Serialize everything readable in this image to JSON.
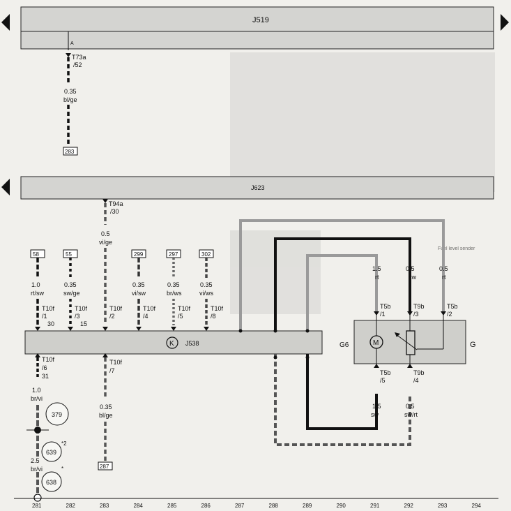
{
  "units": {
    "j519": {
      "name": "J519"
    },
    "j623": {
      "name": "J623"
    },
    "j538": {
      "name": "J538",
      "symbol": "K"
    },
    "fuel_pump": {
      "motor_label": "G6",
      "motor_symbol": "M",
      "sender_label": "G"
    }
  },
  "top_connection": {
    "connector": "T73a",
    "pin": "/52",
    "size": "0.35",
    "color": "bl/ge",
    "ref": "283",
    "marker": "A"
  },
  "can_connection": {
    "connector": "T94a",
    "pin": "/30",
    "size": "0.5",
    "color": "vi/ge"
  },
  "j538_top_refs": [
    "58",
    "55",
    "299",
    "297",
    "302"
  ],
  "j538_top_wires": [
    {
      "size": "1.0",
      "color": "rt/sw",
      "connector": "T10f",
      "pin": "/1",
      "terminal": "30"
    },
    {
      "size": "0.35",
      "color": "sw/ge",
      "connector": "T10f",
      "pin": "/3",
      "terminal": "15"
    },
    {
      "size": "",
      "color": "",
      "connector": "T10f",
      "pin": "/2",
      "terminal": ""
    },
    {
      "size": "0.35",
      "color": "vi/sw",
      "connector": "T10f",
      "pin": "/4",
      "terminal": ""
    },
    {
      "size": "0.35",
      "color": "br/ws",
      "connector": "T10f",
      "pin": "/5",
      "terminal": ""
    },
    {
      "size": "0.35",
      "color": "vi/ws",
      "connector": "T10f",
      "pin": "/8",
      "terminal": ""
    }
  ],
  "j538_bottom": [
    {
      "connector": "T10f",
      "pin": "/6",
      "terminal": "31",
      "size": "1.0",
      "color": "br/vi"
    },
    {
      "connector": "T10f",
      "pin": "/7",
      "terminal": "",
      "size": "0.35",
      "color": "bl/ge",
      "ref": "287"
    }
  ],
  "ground": {
    "circles": [
      "379",
      "639",
      "638"
    ],
    "note": "*2",
    "star": "*",
    "size": "2.5",
    "color": "br/vi"
  },
  "pump_top_wires": [
    {
      "size": "1.5",
      "color": "rt",
      "connector": "T5b",
      "pin": "/1"
    },
    {
      "size": "0.5",
      "color": "sw",
      "connector": "T9b",
      "pin": "/3"
    },
    {
      "size": "0.5",
      "color": "rt",
      "connector": "T5b",
      "pin": "/2"
    }
  ],
  "pump_bottom_wires": [
    {
      "size": "1.5",
      "color": "sw",
      "connector": "T5b",
      "pin": "/5"
    },
    {
      "size": "0.5",
      "color": "sw/rt",
      "connector": "T9b",
      "pin": "/4"
    }
  ],
  "faded_text": "Fuel level sender",
  "bottom_numbers": [
    "281",
    "282",
    "283",
    "284",
    "285",
    "286",
    "287",
    "288",
    "289",
    "290",
    "291",
    "292",
    "293",
    "294"
  ]
}
